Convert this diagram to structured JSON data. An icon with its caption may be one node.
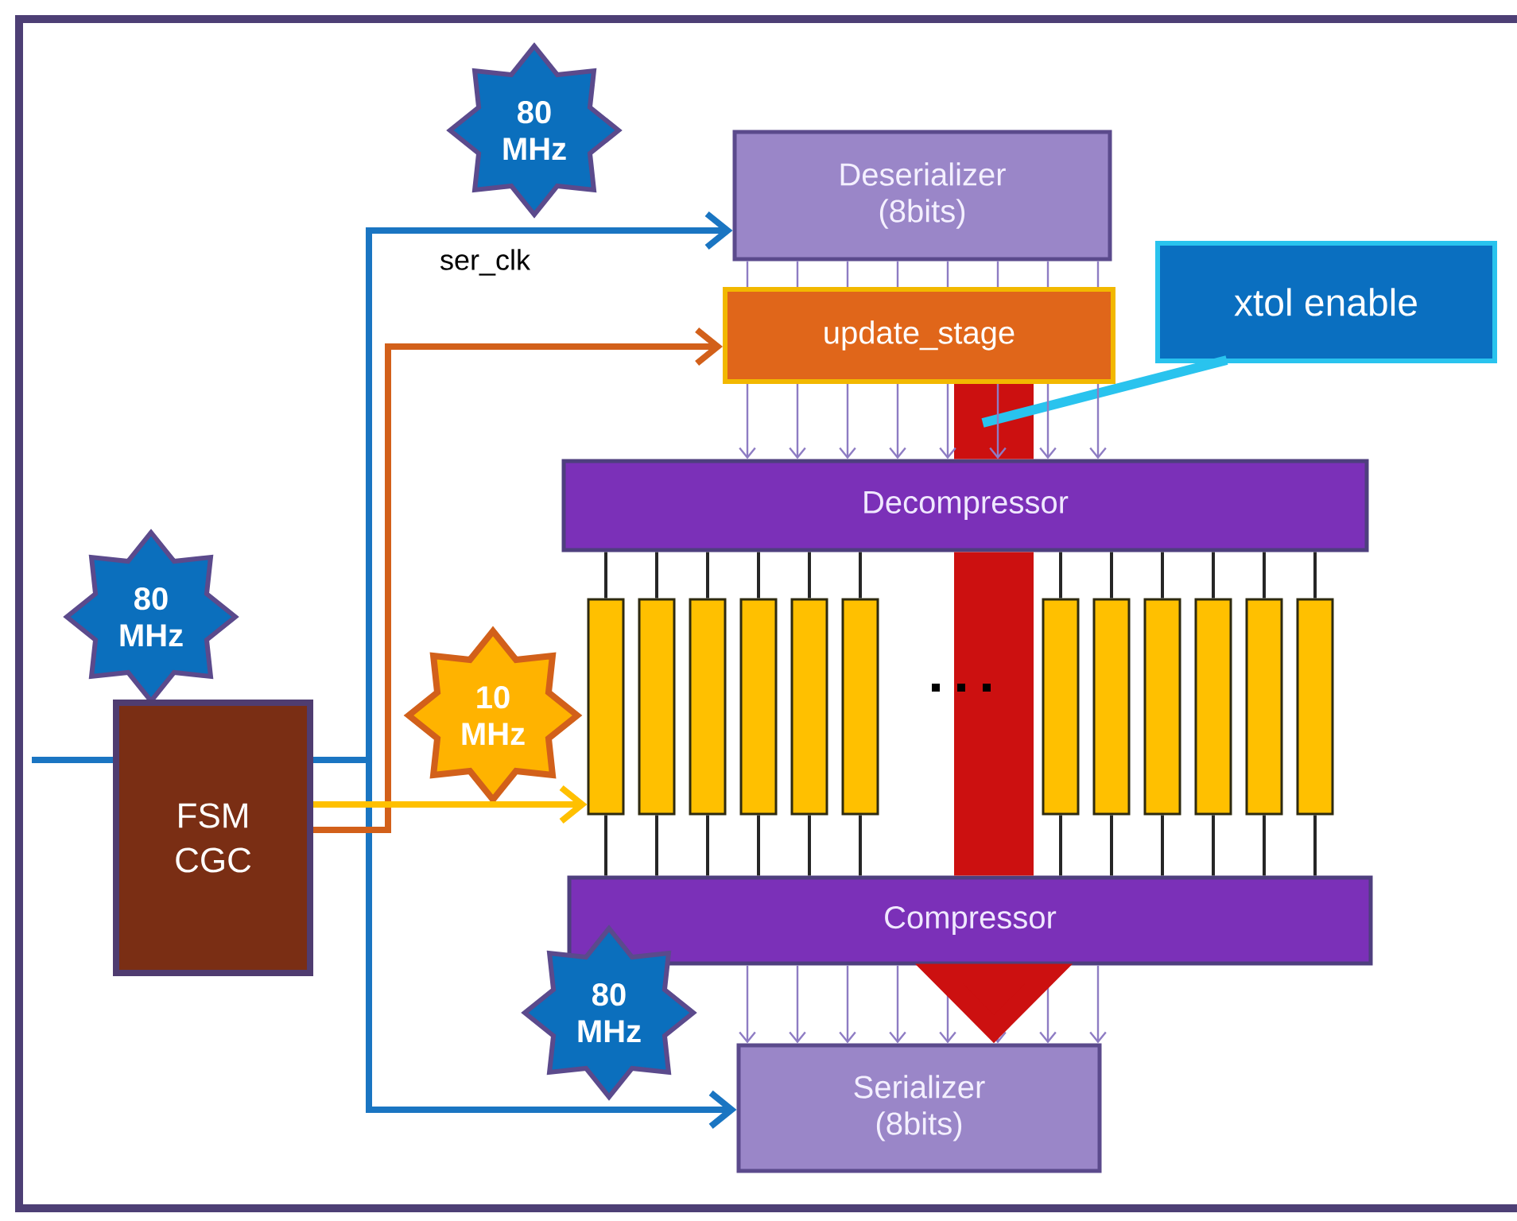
{
  "diagram": {
    "nodes": [
      {
        "text": [
          "80 MHz"
        ]
      },
      {
        "text": [
          "Deserializer (8bits)"
        ]
      },
      {
        "text": [
          "update_stage"
        ]
      },
      {
        "text": [
          "xtol enable"
        ]
      },
      {
        "text": [
          "Decompressor"
        ]
      },
      {
        "text": [
          "80 MHz"
        ]
      },
      {
        "text": [
          "10 MHz"
        ]
      },
      {
        "text": [],
        "shape": "bar"
      },
      {
        "text": [],
        "shape": "bar"
      },
      {
        "text": [],
        "shape": "bar"
      },
      {
        "text": [],
        "shape": "bar"
      },
      {
        "text": [],
        "shape": "bar"
      },
      {
        "text": [],
        "shape": "bar"
      },
      {
        "text": [],
        "shape": "bar"
      },
      {
        "text": [],
        "shape": "bar"
      },
      {
        "text": [],
        "shape": "bar"
      },
      {
        "text": [],
        "shape": "bar"
      },
      {
        "text": [],
        "shape": "bar"
      },
      {
        "text": [],
        "shape": "bar"
      },
      {
        "text": [
          "FSM CGC"
        ]
      },
      {
        "text": [
          "Compressor"
        ]
      },
      {
        "text": [
          "80 MHz"
        ]
      },
      {
        "text": [
          "Serializer (8bits)"
        ]
      }
    ],
    "edges": [
      {
        "from": null,
        "to": 19,
        "arrow": "none",
        "style": "thick",
        "color": "#1a75c2"
      },
      {
        "from": 19,
        "to": 1,
        "arrow": "to",
        "style": "thick",
        "color": "#1a75c2",
        "label": "ser_clk"
      },
      {
        "from": 19,
        "to": 22,
        "arrow": "to",
        "style": "thick",
        "color": "#1a75c2"
      },
      {
        "from": 19,
        "to": 2,
        "arrow": "to",
        "style": "thick",
        "color": "#d2601a"
      },
      {
        "from": 19,
        "to": 7,
        "arrow": "to",
        "style": "thick",
        "color": "#ffc000"
      },
      {
        "from": 2,
        "to": 4,
        "arrow": "none",
        "style": "thick",
        "color": "#cc1010"
      },
      {
        "from": 3,
        "to": null,
        "arrow": "none",
        "style": "thick",
        "color": "#29c3ee"
      },
      {
        "from": 1,
        "to": 2,
        "arrow": "none",
        "color": "#8e7cc3"
      },
      {
        "from": 1,
        "to": 2,
        "arrow": "none",
        "color": "#8e7cc3"
      },
      {
        "from": 1,
        "to": 2,
        "arrow": "none",
        "color": "#8e7cc3"
      },
      {
        "from": 1,
        "to": 2,
        "arrow": "none",
        "color": "#8e7cc3"
      },
      {
        "from": 1,
        "to": 2,
        "arrow": "none",
        "color": "#8e7cc3"
      },
      {
        "from": 1,
        "to": 2,
        "arrow": "none",
        "color": "#8e7cc3"
      },
      {
        "from": 1,
        "to": 2,
        "arrow": "none",
        "color": "#8e7cc3"
      },
      {
        "from": 1,
        "to": 2,
        "arrow": "none",
        "color": "#8e7cc3"
      },
      {
        "from": 2,
        "to": 4,
        "arrow": "to",
        "color": "#8e7cc3"
      },
      {
        "from": 2,
        "to": 4,
        "arrow": "to",
        "color": "#8e7cc3"
      },
      {
        "from": 2,
        "to": 4,
        "arrow": "to",
        "color": "#8e7cc3"
      },
      {
        "from": 2,
        "to": 4,
        "arrow": "to",
        "color": "#8e7cc3"
      },
      {
        "from": 2,
        "to": 4,
        "arrow": "to",
        "color": "#8e7cc3"
      },
      {
        "from": 2,
        "to": 4,
        "arrow": "to",
        "color": "#8e7cc3"
      },
      {
        "from": 2,
        "to": 4,
        "arrow": "to",
        "color": "#8e7cc3"
      },
      {
        "from": 2,
        "to": 4,
        "arrow": "to",
        "color": "#8e7cc3"
      },
      {
        "from": 4,
        "to": 7,
        "arrow": "none",
        "color": "#262626"
      },
      {
        "from": 4,
        "to": 8,
        "arrow": "none",
        "color": "#262626"
      },
      {
        "from": 4,
        "to": 9,
        "arrow": "none",
        "color": "#262626"
      },
      {
        "from": 4,
        "to": 10,
        "arrow": "none",
        "color": "#262626"
      },
      {
        "from": 4,
        "to": 11,
        "arrow": "none",
        "color": "#262626"
      },
      {
        "from": 4,
        "to": 12,
        "arrow": "none",
        "color": "#262626"
      },
      {
        "from": 4,
        "to": 13,
        "arrow": "none",
        "color": "#262626"
      },
      {
        "from": 4,
        "to": 14,
        "arrow": "none",
        "color": "#262626"
      },
      {
        "from": 4,
        "to": 15,
        "arrow": "none",
        "color": "#262626"
      },
      {
        "from": 4,
        "to": 16,
        "arrow": "none",
        "color": "#262626"
      },
      {
        "from": 4,
        "to": 17,
        "arrow": "none",
        "color": "#262626"
      },
      {
        "from": 4,
        "to": 18,
        "arrow": "none",
        "color": "#262626"
      },
      {
        "from": 7,
        "to": 20,
        "arrow": "none",
        "color": "#262626"
      },
      {
        "from": 8,
        "to": 20,
        "arrow": "none",
        "color": "#262626"
      },
      {
        "from": 9,
        "to": 20,
        "arrow": "none",
        "color": "#262626"
      },
      {
        "from": 10,
        "to": 20,
        "arrow": "none",
        "color": "#262626"
      },
      {
        "from": 11,
        "to": 20,
        "arrow": "none",
        "color": "#262626"
      },
      {
        "from": 12,
        "to": 20,
        "arrow": "none",
        "color": "#262626"
      },
      {
        "from": 13,
        "to": 20,
        "arrow": "none",
        "color": "#262626"
      },
      {
        "from": 14,
        "to": 20,
        "arrow": "none",
        "color": "#262626"
      },
      {
        "from": 15,
        "to": 20,
        "arrow": "none",
        "color": "#262626"
      },
      {
        "from": 16,
        "to": 20,
        "arrow": "none",
        "color": "#262626"
      },
      {
        "from": 17,
        "to": 20,
        "arrow": "none",
        "color": "#262626"
      },
      {
        "from": 18,
        "to": 20,
        "arrow": "none",
        "color": "#262626"
      },
      {
        "from": 20,
        "to": 22,
        "arrow": "to",
        "color": "#8e7cc3"
      },
      {
        "from": 20,
        "to": 22,
        "arrow": "to",
        "color": "#8e7cc3"
      },
      {
        "from": 20,
        "to": 22,
        "arrow": "to",
        "color": "#8e7cc3"
      },
      {
        "from": 20,
        "to": 22,
        "arrow": "to",
        "color": "#8e7cc3"
      },
      {
        "from": 20,
        "to": 22,
        "arrow": "to",
        "color": "#8e7cc3"
      },
      {
        "from": 20,
        "to": 22,
        "arrow": "to",
        "color": "#8e7cc3"
      },
      {
        "from": 20,
        "to": 22,
        "arrow": "to",
        "color": "#8e7cc3"
      },
      {
        "from": 20,
        "to": 22,
        "arrow": "to",
        "color": "#8e7cc3"
      },
      {
        "from": 4,
        "to": 20,
        "arrow": "none",
        "style": "thick",
        "color": "#cc1010"
      },
      {
        "from": 20,
        "to": 22,
        "arrow": "to",
        "style": "thick",
        "color": "#cc1010"
      }
    ]
  }
}
